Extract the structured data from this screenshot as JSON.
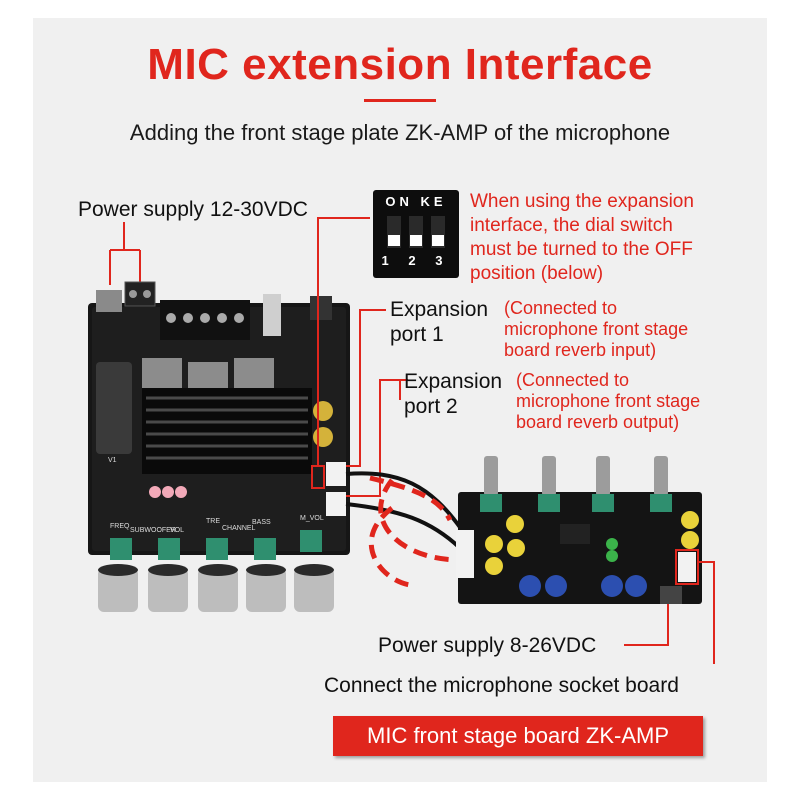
{
  "title": "MIC extension Interface",
  "subtitle": "Adding the front stage plate ZK-AMP of the microphone",
  "power_main": "Power supply 12-30VDC",
  "dip_switch": {
    "top_label": "ON KE",
    "bottom_label": "1 2 3"
  },
  "dip_note": [
    "When using the expansion",
    "interface, the dial switch",
    "must be turned to the OFF",
    "position (below)"
  ],
  "port1": {
    "label": [
      "Expansion",
      "port 1"
    ],
    "note": [
      "(Connected to",
      "microphone front stage",
      "board reverb input)"
    ]
  },
  "port2": {
    "label": [
      "Expansion",
      "port 2"
    ],
    "note": [
      "(Connected to",
      "microphone front stage",
      "board reverb output)"
    ]
  },
  "power_mic": "Power supply 8-26VDC",
  "mic_socket": "Connect the microphone socket board",
  "badge": "MIC front stage board ZK-AMP",
  "amp_silk": {
    "freq": "FREQ",
    "subwoofer": "SUBWOOFER",
    "vol": "VOL",
    "tre": "TRE",
    "channel": "CHANNEL",
    "bass": "BASS",
    "mvol": "M_VOL",
    "v1": "V1"
  },
  "colors": {
    "accent": "#e0261d",
    "pcb": "#1c1c1c",
    "knob": "#bdbdbd",
    "pot": "#2f8f6f"
  }
}
